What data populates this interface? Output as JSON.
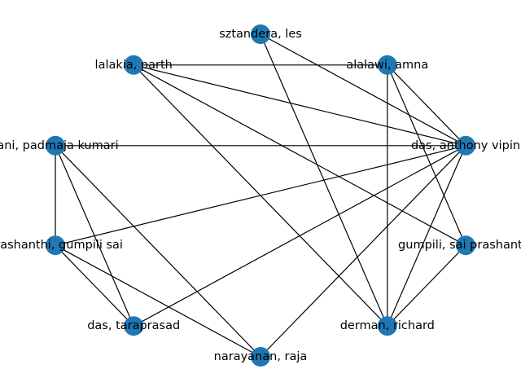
{
  "graph": {
    "node_color": "#1f77b4",
    "edge_color": "#000000",
    "nodes": [
      {
        "id": "sztandera",
        "label": "sztandera, les"
      },
      {
        "id": "lalakia",
        "label": "lalakia, parth"
      },
      {
        "id": "rani",
        "label": "rani, padmaja kumari"
      },
      {
        "id": "prashanthi_g",
        "label": "prashanthi, gumpili sai"
      },
      {
        "id": "das_t",
        "label": "das, taraprasad"
      },
      {
        "id": "narayanan",
        "label": "narayanan, raja"
      },
      {
        "id": "derman",
        "label": "derman, richard"
      },
      {
        "id": "gumpili",
        "label": "gumpili, sai prashanthi"
      },
      {
        "id": "das_a",
        "label": "das, anthony vipin"
      },
      {
        "id": "alalawi",
        "label": "alalawi, amna"
      }
    ],
    "edges": [
      [
        "lalakia",
        "alalawi"
      ],
      [
        "lalakia",
        "das_a"
      ],
      [
        "lalakia",
        "gumpili"
      ],
      [
        "lalakia",
        "derman"
      ],
      [
        "sztandera",
        "das_a"
      ],
      [
        "sztandera",
        "derman"
      ],
      [
        "alalawi",
        "das_a"
      ],
      [
        "alalawi",
        "gumpili"
      ],
      [
        "alalawi",
        "derman"
      ],
      [
        "rani",
        "das_a"
      ],
      [
        "rani",
        "prashanthi_g"
      ],
      [
        "rani",
        "das_t"
      ],
      [
        "rani",
        "narayanan"
      ],
      [
        "prashanthi_g",
        "das_a"
      ],
      [
        "prashanthi_g",
        "das_t"
      ],
      [
        "prashanthi_g",
        "narayanan"
      ],
      [
        "das_t",
        "das_a"
      ],
      [
        "narayanan",
        "das_a"
      ],
      [
        "derman",
        "das_a"
      ],
      [
        "derman",
        "gumpili"
      ]
    ]
  }
}
